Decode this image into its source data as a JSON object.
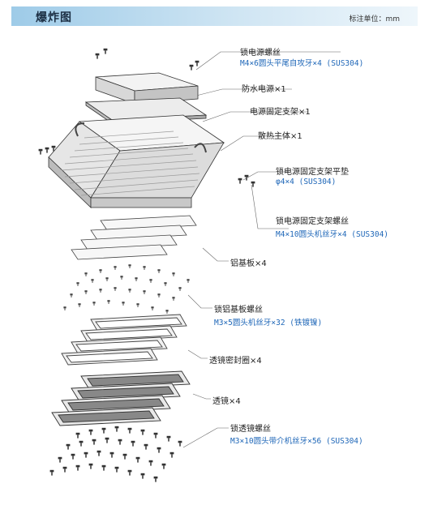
{
  "header": {
    "title": "爆炸图",
    "unit_label": "标注单位：mm"
  },
  "labels": [
    {
      "id": "power-screw",
      "name": "锁电源螺丝",
      "spec": "M4×6圆头平尾自攻牙×4 (SUS304)"
    },
    {
      "id": "waterproof-psu",
      "name": "防水电源×1",
      "spec": ""
    },
    {
      "id": "psu-bracket",
      "name": "电源固定支架×1",
      "spec": ""
    },
    {
      "id": "heatsink-body",
      "name": "散热主体×1",
      "spec": ""
    },
    {
      "id": "bracket-washer",
      "name": "锁电源固定支架平垫",
      "spec": "φ4×4 (SUS304)"
    },
    {
      "id": "bracket-screw",
      "name": "锁电源固定支架螺丝",
      "spec": "M4×10圆头机丝牙×4 (SUS304)"
    },
    {
      "id": "aluminum-board",
      "name": "铝基板×4",
      "spec": ""
    },
    {
      "id": "board-screw",
      "name": "锁铝基板螺丝",
      "spec": "M3×5圆头机丝牙×32 (铁镀镍)"
    },
    {
      "id": "lens-gasket",
      "name": "透镜密封圈×4",
      "spec": ""
    },
    {
      "id": "lens",
      "name": "透镜×4",
      "spec": ""
    },
    {
      "id": "lens-screw",
      "name": "锁透镜螺丝",
      "spec": "M3×10圆头带介机丝牙×56 (SUS304)"
    }
  ]
}
